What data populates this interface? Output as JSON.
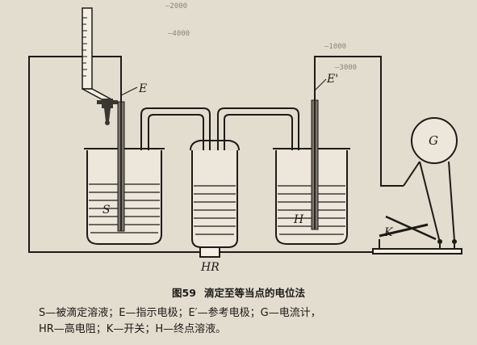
{
  "figure": {
    "labels": {
      "E": "E",
      "E_prime": "E'",
      "G": "G",
      "S": "S",
      "H": "H",
      "K": "K",
      "HR": "HR"
    },
    "background_text": [
      "—2000",
      "—4000",
      "—1000",
      "—3000"
    ]
  },
  "caption": {
    "number": "图59",
    "title": "滴定至等当点的电位法"
  },
  "legend": {
    "line1": "S—被滴定溶液；E—指示电极；E′—参考电极；G—电流计，",
    "line2": "HR—高电阻；K—开关；H—终点溶液。"
  }
}
